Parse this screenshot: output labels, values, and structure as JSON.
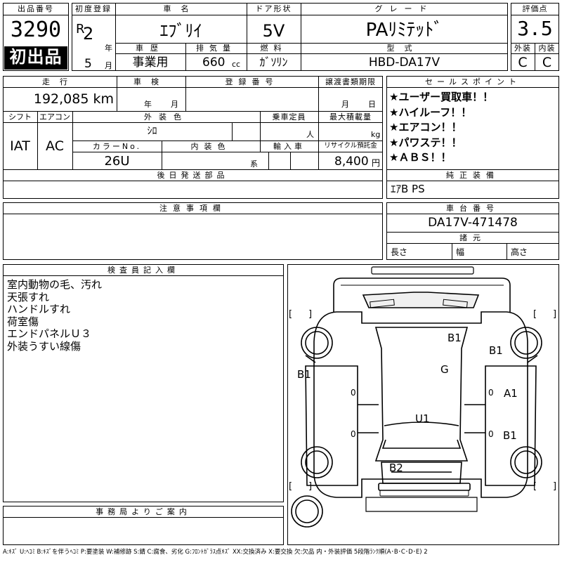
{
  "header": {
    "lot_label": "出品番号",
    "lot_number": "3290",
    "first_listing": "初出品",
    "reg_label": "初度登録",
    "reg_era": "R",
    "reg_year": "2",
    "year_unit": "年",
    "reg_month": "5",
    "month_unit": "月",
    "name_label": "車名",
    "name": "ｴﾌﾞﾘｲ",
    "door_label": "ドア形状",
    "door": "5V",
    "grade_label": "グレード",
    "grade": "PAﾘﾐﾃｯﾄﾞ",
    "score_label": "評価点",
    "score": "3.5",
    "history_label": "車歴",
    "history": "事業用",
    "disp_label": "排気量",
    "disp": "660",
    "disp_unit": "cc",
    "fuel_label": "燃料",
    "fuel": "ｶﾞｿﾘﾝ",
    "model_label": "型式",
    "model": "HBD-DA17V",
    "ext_label": "外装",
    "ext_grade": "C",
    "int_label": "内装",
    "int_grade": "C"
  },
  "details": {
    "mileage_label": "走行",
    "mileage": "192,085 km",
    "inspection_label": "車検",
    "insp_year_unit": "年",
    "insp_month_unit": "月",
    "reg_no_label": "登録番号",
    "transfer_label": "譲渡書類期限",
    "transfer_month_unit": "月",
    "transfer_day_unit": "日",
    "shift_label": "シフト",
    "shift": "IAT",
    "ac_label": "エアコン",
    "ac": "AC",
    "color_label": "外装色",
    "color": "ｼﾛ",
    "capacity_label": "乗車定員",
    "capacity_unit": "人",
    "load_label": "最大積載量",
    "load_unit": "kg",
    "color_no_label": "カラーNo.",
    "color_no": "26U",
    "int_color_label": "内装色",
    "int_color_unit": "系",
    "import_label": "輸入車",
    "recycle_label": "リサイクル預託金",
    "recycle": "8,400",
    "recycle_unit": "円",
    "later_parts_label": "後日発送部品",
    "notes_label": "注意事項欄"
  },
  "sales_points": {
    "label": "セールスポイント",
    "items": [
      "★ユーザー買取車！！",
      "★ハイルーフ！！",
      "★エアコン！！",
      "★パワステ！！",
      "★ＡＢＳ！！"
    ]
  },
  "equipment": {
    "label": "純正装備",
    "value": "ｴｱB PS"
  },
  "chassis": {
    "label": "車台番号",
    "value": "DA17V-471478"
  },
  "dimensions": {
    "label": "諸元",
    "length": "長さ",
    "width": "幅",
    "height": "高さ"
  },
  "inspector": {
    "label": "検査員記入欄",
    "lines": [
      "室内動物の毛、汚れ",
      "天張すれ",
      "ハンドルすれ",
      "荷室傷",
      "エンドパネルＵ３",
      "外装うすい線傷"
    ]
  },
  "office": {
    "label": "事務局よりご案内"
  },
  "diagram": {
    "marks": [
      "B1",
      "B1",
      "G",
      "B1",
      "A1",
      "U1",
      "B1",
      "B2"
    ],
    "zeros": [
      "0",
      "0",
      "0",
      "0"
    ],
    "brackets": [
      "[",
      "]",
      "[",
      "]",
      "[",
      "]",
      "[",
      "]"
    ]
  },
  "legend": "A:ｷｽﾞ U:ﾍｺﾐ B:ｷｽﾞを伴うﾍｺﾐ P:要塗装 W:補修跡 S:錆 C:腐食、劣化 G:ﾌﾛﾝﾄｶﾞﾗｽ点ｷｽﾞ XX:交換済み X:要交換 欠:欠品 内・外装評価 5段階ﾗﾝｸ順(A･B･C･D･E) 2"
}
